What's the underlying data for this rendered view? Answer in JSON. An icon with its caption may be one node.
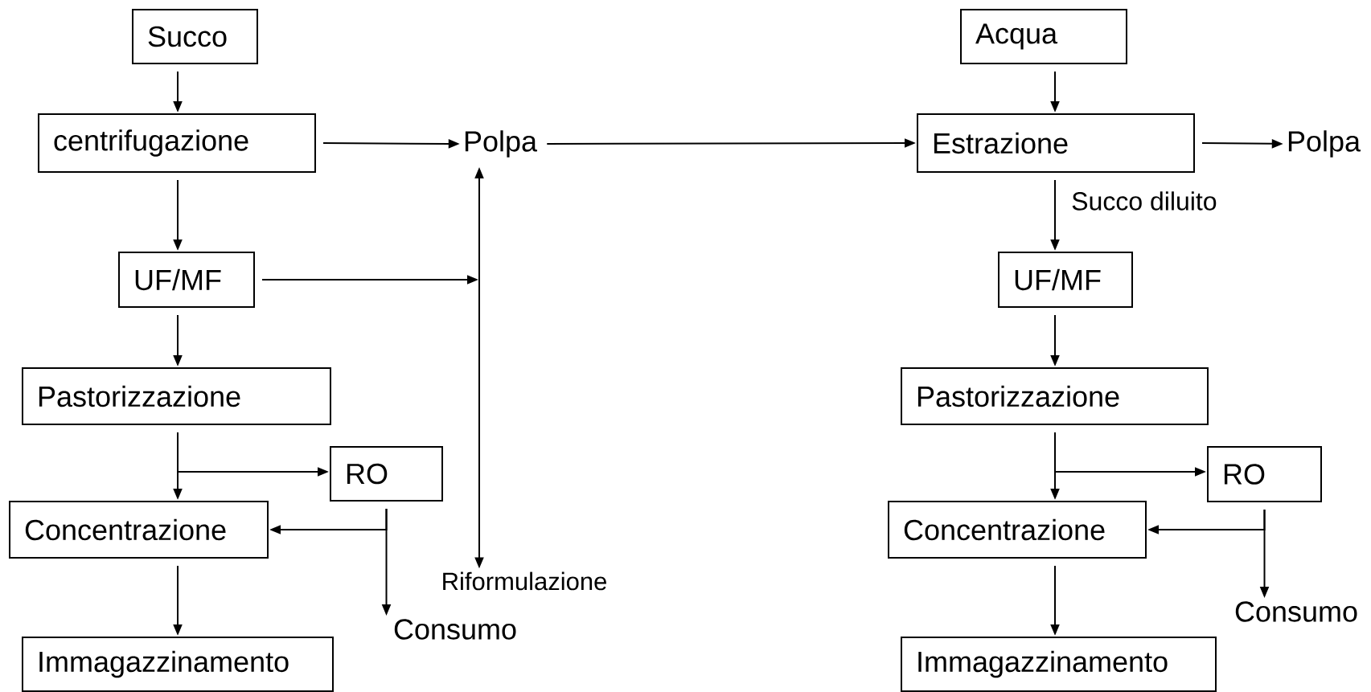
{
  "diagram": {
    "nodes": [
      {
        "text": [
          "Succo"
        ]
      },
      {
        "text": [
          "centrifugazione"
        ]
      },
      {
        "text": [
          "Polpa"
        ]
      },
      {
        "text": [
          "UF/MF"
        ]
      },
      {
        "text": [
          "Pastorizzazione"
        ]
      },
      {
        "text": [
          "RO"
        ]
      },
      {
        "text": [
          "Concentrazione"
        ]
      },
      {
        "text": [
          "Consumo"
        ]
      },
      {
        "text": [
          "Riformulazione"
        ]
      },
      {
        "text": [
          "Immagazzinamento"
        ]
      },
      {
        "text": [
          "Acqua"
        ]
      },
      {
        "text": [
          "Estrazione"
        ]
      },
      {
        "text": [
          "Polpa"
        ]
      },
      {
        "text": [
          "UF/MF"
        ]
      },
      {
        "text": [
          "Pastorizzazione"
        ]
      },
      {
        "text": [
          "RO"
        ]
      },
      {
        "text": [
          "Concentrazione"
        ]
      },
      {
        "text": [
          "Consumo"
        ]
      },
      {
        "text": [
          "Immagazzinamento"
        ]
      }
    ],
    "edges": [
      {
        "from": 0,
        "to": 1,
        "arrow": "to"
      },
      {
        "from": 1,
        "to": 2,
        "arrow": "to"
      },
      {
        "from": 1,
        "to": 3,
        "arrow": "to"
      },
      {
        "from": 2,
        "to": 8,
        "arrow": "both"
      },
      {
        "from": 3,
        "to": null,
        "arrow": "to"
      },
      {
        "from": 3,
        "to": 4,
        "arrow": "to"
      },
      {
        "from": 4,
        "to": 6,
        "arrow": "to"
      },
      {
        "from": 4,
        "to": 5,
        "arrow": "to"
      },
      {
        "from": 5,
        "to": 6,
        "arrow": "to"
      },
      {
        "from": 5,
        "to": 7,
        "arrow": "to"
      },
      {
        "from": 6,
        "to": 9,
        "arrow": "to"
      },
      {
        "from": 2,
        "to": 11,
        "arrow": "to"
      },
      {
        "from": 10,
        "to": 11,
        "arrow": "to"
      },
      {
        "from": 11,
        "to": 12,
        "arrow": "to"
      },
      {
        "from": 11,
        "to": 13,
        "arrow": "to",
        "label": "Succo diluito"
      },
      {
        "from": 13,
        "to": 14,
        "arrow": "to"
      },
      {
        "from": 14,
        "to": 16,
        "arrow": "to"
      },
      {
        "from": 14,
        "to": 15,
        "arrow": "to"
      },
      {
        "from": 15,
        "to": 16,
        "arrow": "to"
      },
      {
        "from": 15,
        "to": 17,
        "arrow": "to"
      },
      {
        "from": 16,
        "to": 18,
        "arrow": "to"
      }
    ]
  }
}
